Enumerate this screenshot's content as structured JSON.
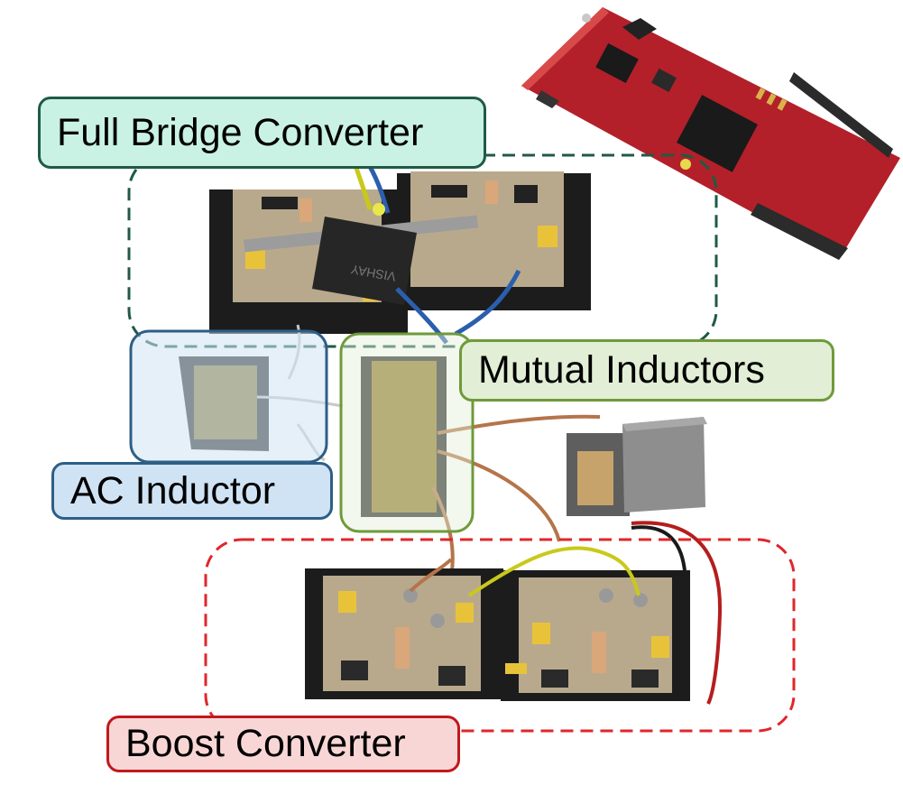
{
  "labels": {
    "full_bridge": "Full Bridge Converter",
    "mutual_inductors": "Mutual Inductors",
    "ac_inductor": "AC Inductor",
    "boost": "Boost Converter",
    "vishay_marking": "VISHAY"
  },
  "colors": {
    "full_bridge_border": "#1f5a45",
    "full_bridge_fill": "#c9f2e4",
    "mutual_border": "#6f9a3a",
    "mutual_fill": "#e2efd6",
    "ac_border": "#2e5e86",
    "ac_fill": "#cfe3f4",
    "boost_border": "#c0191c",
    "boost_fill": "#f9d6d6",
    "board_red": "#b3202a",
    "heatsink": "#1c1c1c",
    "pcb": "#b9a98c"
  },
  "icons": [
    "microcontroller-board",
    "full-bridge-module",
    "ac-inductor-core",
    "mutual-inductor-core",
    "transformer",
    "boost-module"
  ]
}
